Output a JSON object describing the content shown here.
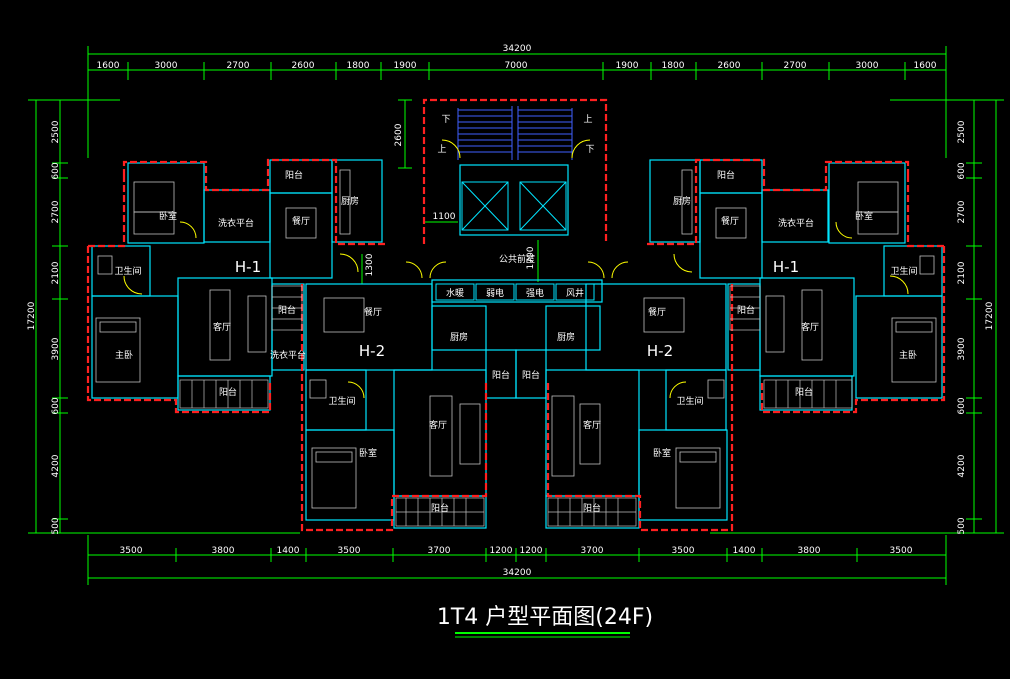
{
  "title": "1T4  户型平面图(24F)",
  "dims": {
    "total_top": "34200",
    "total_bottom": "34200",
    "top": [
      "1600",
      "3000",
      "2700",
      "2600",
      "1800",
      "1900",
      "7000",
      "1900",
      "1800",
      "2600",
      "2700",
      "3000",
      "1600"
    ],
    "bottom": [
      "3500",
      "3800",
      "1400",
      "3500",
      "3700",
      "1200",
      "1200",
      "3700",
      "3500",
      "1400",
      "3800",
      "3500"
    ],
    "left": [
      "2500",
      "600",
      "2700",
      "2100",
      "3900",
      "600",
      "4200",
      "500"
    ],
    "left_total": "17200",
    "right": [
      "2500",
      "600",
      "2700",
      "2100",
      "3900",
      "600",
      "4200",
      "500"
    ],
    "right_total": "17200",
    "inner": [
      "2600",
      "1100",
      "1300",
      "1700"
    ]
  },
  "units": [
    "H-1",
    "H-2",
    "H-2",
    "H-1"
  ],
  "rooms": {
    "public_hall": "公共前室",
    "shaft_water": "水暖",
    "shaft_weak": "弱电",
    "shaft_strong": "强电",
    "shaft_air": "风井",
    "stair_down": "下",
    "stair_up": "上",
    "stair_down2": "下",
    "stair_up2": "上",
    "left": {
      "bedroom": "卧室",
      "laundry": "洗衣平台",
      "balcony_top": "阳台",
      "dining": "餐厅",
      "kitchen": "厨房",
      "bath": "卫生间",
      "master": "主卧",
      "living": "客厅",
      "balcony_mid": "阳台",
      "laundry2": "洗衣平台",
      "balcony_bottom": "阳台"
    },
    "center_left": {
      "dining": "餐厅",
      "kitchen": "厨房",
      "bath": "卫生间",
      "bedroom": "卧室",
      "living": "客厅",
      "balcony_small": "阳台",
      "balcony_bottom": "阳台"
    },
    "center_right": {
      "dining": "餐厅",
      "kitchen": "厨房",
      "bath": "卫生间",
      "bedroom": "卧室",
      "living": "客厅",
      "balcony_small": "阳台",
      "balcony_bottom": "阳台"
    },
    "right": {
      "bedroom": "卧室",
      "laundry": "洗衣平台",
      "balcony_top": "阳台",
      "dining": "餐厅",
      "kitchen": "厨房",
      "bath": "卫生间",
      "master": "主卧",
      "living": "客厅",
      "balcony_mid": "阳台",
      "balcony_bottom": "阳台"
    }
  },
  "colors": {
    "background": "#000000",
    "dimension": "#00ff00",
    "wall": "#ff2020",
    "inner_wall": "#00e5ff",
    "furniture": "#c0c0c0",
    "door": "#ffff00",
    "stair": "#4060ff",
    "title_underline": "#00ff00"
  }
}
